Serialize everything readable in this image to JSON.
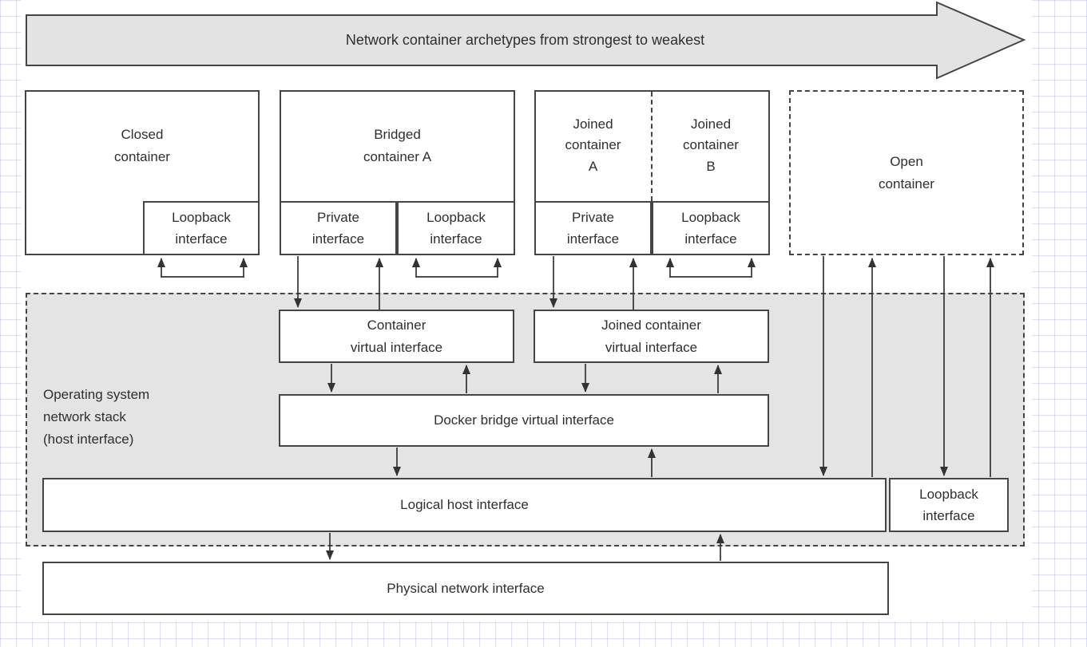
{
  "banner": {
    "label": "Network container archetypes from strongest to weakest"
  },
  "containers": {
    "closed": {
      "title": "Closed\ncontainer",
      "loopback": "Loopback\ninterface"
    },
    "bridged": {
      "title": "Bridged\ncontainer A",
      "private": "Private\ninterface",
      "loopback": "Loopback\ninterface"
    },
    "joined": {
      "title_a": "Joined\ncontainer\nA",
      "title_b": "Joined\ncontainer\nB",
      "private": "Private\ninterface",
      "loopback": "Loopback\ninterface"
    },
    "open": {
      "title": "Open\ncontainer"
    }
  },
  "os_stack": {
    "label": "Operating system\nnetwork stack\n(host interface)",
    "container_virtual_interface": "Container\nvirtual interface",
    "joined_container_virtual_interface": "Joined container\nvirtual interface",
    "docker_bridge_virtual_interface": "Docker bridge virtual interface",
    "logical_host_interface": "Logical host interface",
    "loopback_interface": "Loopback\ninterface"
  },
  "physical": {
    "label": "Physical network interface"
  },
  "colors": {
    "box_border": "#454545",
    "fill_gray": "#e4e4e4",
    "arrow_line": "#333333",
    "text": "#2f2f2f",
    "grid": "#b9c0e0"
  }
}
